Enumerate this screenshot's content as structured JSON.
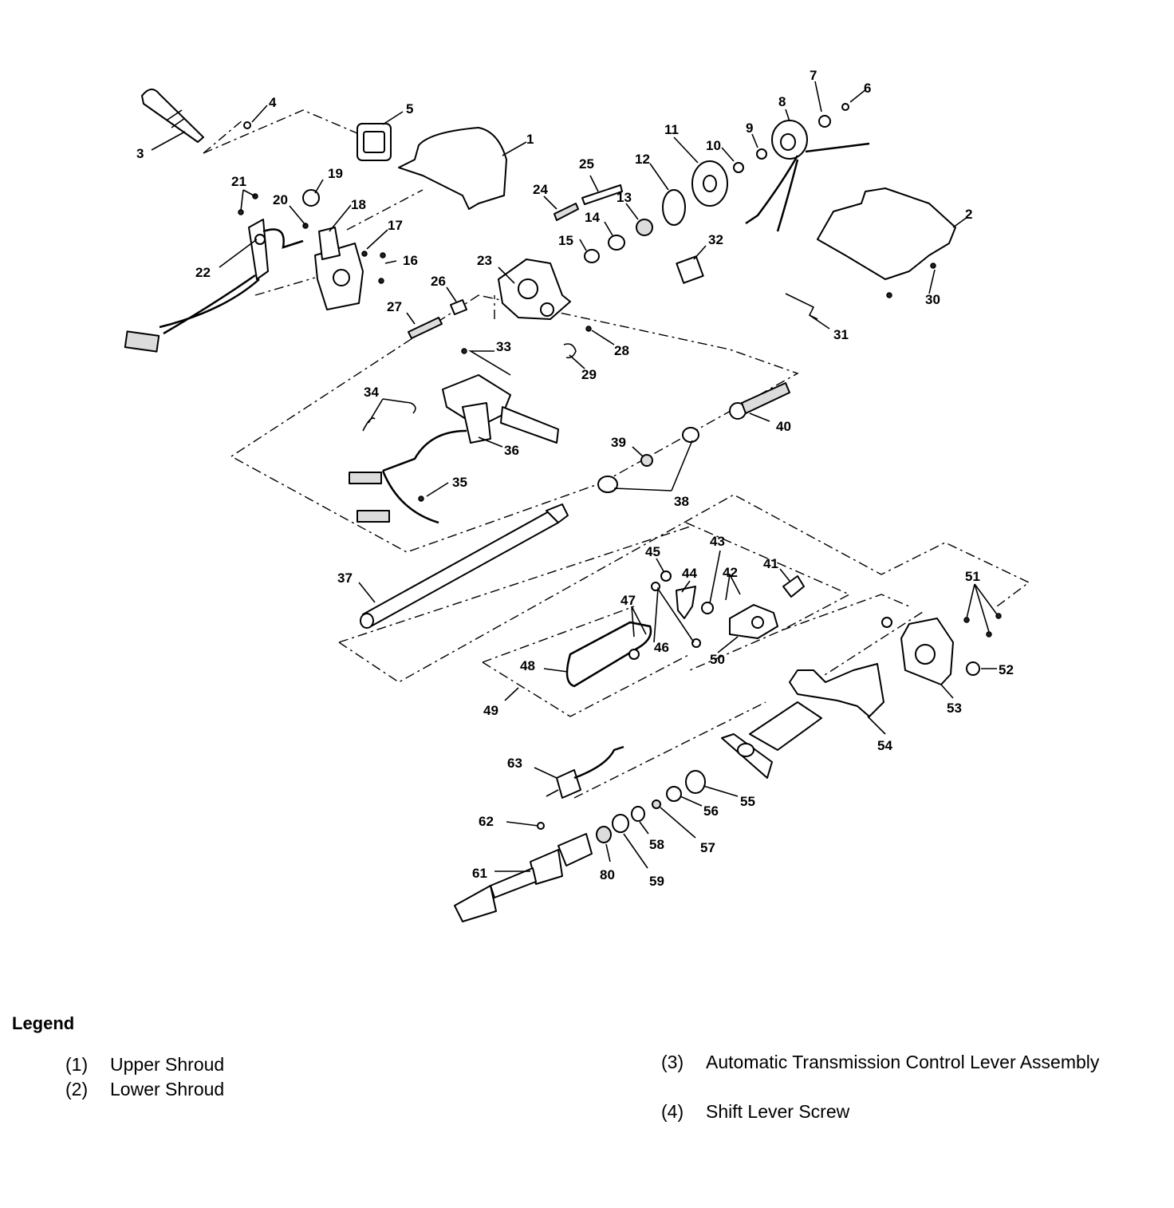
{
  "callouts": [
    "1",
    "2",
    "3",
    "4",
    "5",
    "6",
    "7",
    "8",
    "9",
    "10",
    "11",
    "12",
    "13",
    "14",
    "15",
    "16",
    "17",
    "18",
    "19",
    "20",
    "21",
    "22",
    "23",
    "24",
    "25",
    "26",
    "27",
    "28",
    "29",
    "30",
    "31",
    "32",
    "33",
    "34",
    "35",
    "36",
    "37",
    "38",
    "39",
    "40",
    "41",
    "42",
    "43",
    "44",
    "45",
    "46",
    "47",
    "48",
    "49",
    "50",
    "51",
    "52",
    "53",
    "54",
    "55",
    "56",
    "57",
    "58",
    "59",
    "80",
    "61",
    "62",
    "63"
  ],
  "legend": {
    "title": "Legend",
    "items": [
      {
        "num": "(1)",
        "text": "Upper Shroud"
      },
      {
        "num": "(2)",
        "text": "Lower Shroud"
      },
      {
        "num": "(3)",
        "text": "Automatic Transmission Control Lever Assembly"
      },
      {
        "num": "(4)",
        "text": "Shift Lever Screw"
      }
    ]
  }
}
